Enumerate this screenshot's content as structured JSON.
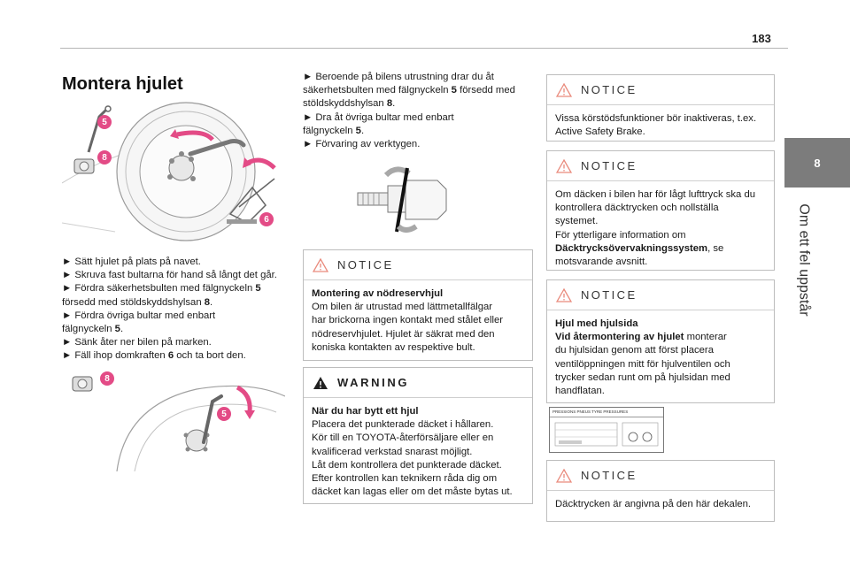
{
  "page": {
    "number": "183"
  },
  "side_tab": {
    "number": "8",
    "label": "Om ett fel uppstår"
  },
  "section": {
    "title": "Montera hjulet"
  },
  "steps_col1": [
    {
      "pre": "► Sätt hjulet på plats på navet.",
      "bold": "",
      "post": ""
    },
    {
      "pre": "► Skruva fast bultarna för hand så långt det går.",
      "bold": "",
      "post": ""
    },
    {
      "pre": "► Fördra säkerhetsbulten med fälgnyckeln ",
      "bold": "5",
      "post": ""
    },
    {
      "pre": "försedd med stöldskyddshylsan ",
      "bold": "8",
      "post": "."
    },
    {
      "pre": "► Fördra övriga bultar med enbart",
      "bold": "",
      "post": ""
    },
    {
      "pre": "fälgnyckeln ",
      "bold": "5",
      "post": "."
    },
    {
      "pre": "► Sänk åter ner bilen på marken.",
      "bold": "",
      "post": ""
    },
    {
      "pre": "► Fäll ihop domkraften ",
      "bold": "6",
      "post": " och ta bort den."
    }
  ],
  "steps_col2": [
    {
      "pre": "► Beroende på bilens utrustning drar du åt",
      "bold": "",
      "post": ""
    },
    {
      "pre": "säkerhetsbulten med fälgnyckeln ",
      "bold": "5",
      "post": " försedd med"
    },
    {
      "pre": "stöldskyddshylsan ",
      "bold": "8",
      "post": "."
    },
    {
      "pre": "► Dra åt övriga bultar med enbart",
      "bold": "",
      "post": ""
    },
    {
      "pre": "fälgnyckeln ",
      "bold": "5",
      "post": "."
    },
    {
      "pre": "► Förvaring av verktygen.",
      "bold": "",
      "post": ""
    }
  ],
  "figure_labels": {
    "wrench": "5",
    "socket": "8",
    "jack": "6"
  },
  "notice_montering": {
    "title": "NOTICE",
    "heading": "Montering av nödreservhjul",
    "lines": [
      "Om bilen är utrustad med lättmetallfälgar",
      "har brickorna ingen kontakt med stålet eller",
      "nödreservhjulet. Hjulet är säkrat med den",
      "koniska kontakten av respektive bult."
    ]
  },
  "warning": {
    "title": "WARNING",
    "heading": "När du har bytt ett hjul",
    "lines": [
      "Placera det punkterade däcket i hållaren.",
      "Kör till en TOYOTA-återförsäljare eller en",
      "kvalificerad verkstad snarast möjligt.",
      "Låt dem kontrollera det punkterade däcket.",
      "Efter kontrollen kan teknikern råda dig om",
      "däcket kan lagas eller om det måste bytas ut."
    ]
  },
  "notice_active_safety": {
    "title": "NOTICE",
    "lines": [
      "Vissa körstödsfunktioner bör inaktiveras, t.ex.",
      "Active Safety Brake."
    ]
  },
  "notice_tyre_pressure": {
    "title": "NOTICE",
    "lines": [
      "Om däcken i bilen har för lågt lufttryck ska du",
      "kontrollera däcktrycken och nollställa",
      "systemet.",
      "För ytterligare information om"
    ],
    "bold_term": "Däcktrycksövervakningssystem",
    "after_bold": ", se",
    "last_line": "motsvarande avsnitt."
  },
  "notice_hubcap": {
    "title": "NOTICE",
    "heading": "Hjul med hjulsida",
    "intro_bold": "Vid återmontering av hjulet",
    "intro_rest": " monterar",
    "lines": [
      "du hjulsidan genom att först placera",
      "ventilöppningen mitt för hjulventilen och",
      "trycker sedan runt om på hjulsidan med",
      "handflatan."
    ]
  },
  "decal": {
    "header": "PRESSIONS PNEUS TYRE PRESSURES"
  },
  "notice_decal": {
    "title": "NOTICE",
    "lines": [
      "Däcktrycken är angivna på den här dekalen."
    ]
  },
  "colors": {
    "badge": "#e34b86",
    "tab": "#7c7c7c",
    "notice_icon": "#e98a7c",
    "warning_icon": "#222222"
  }
}
